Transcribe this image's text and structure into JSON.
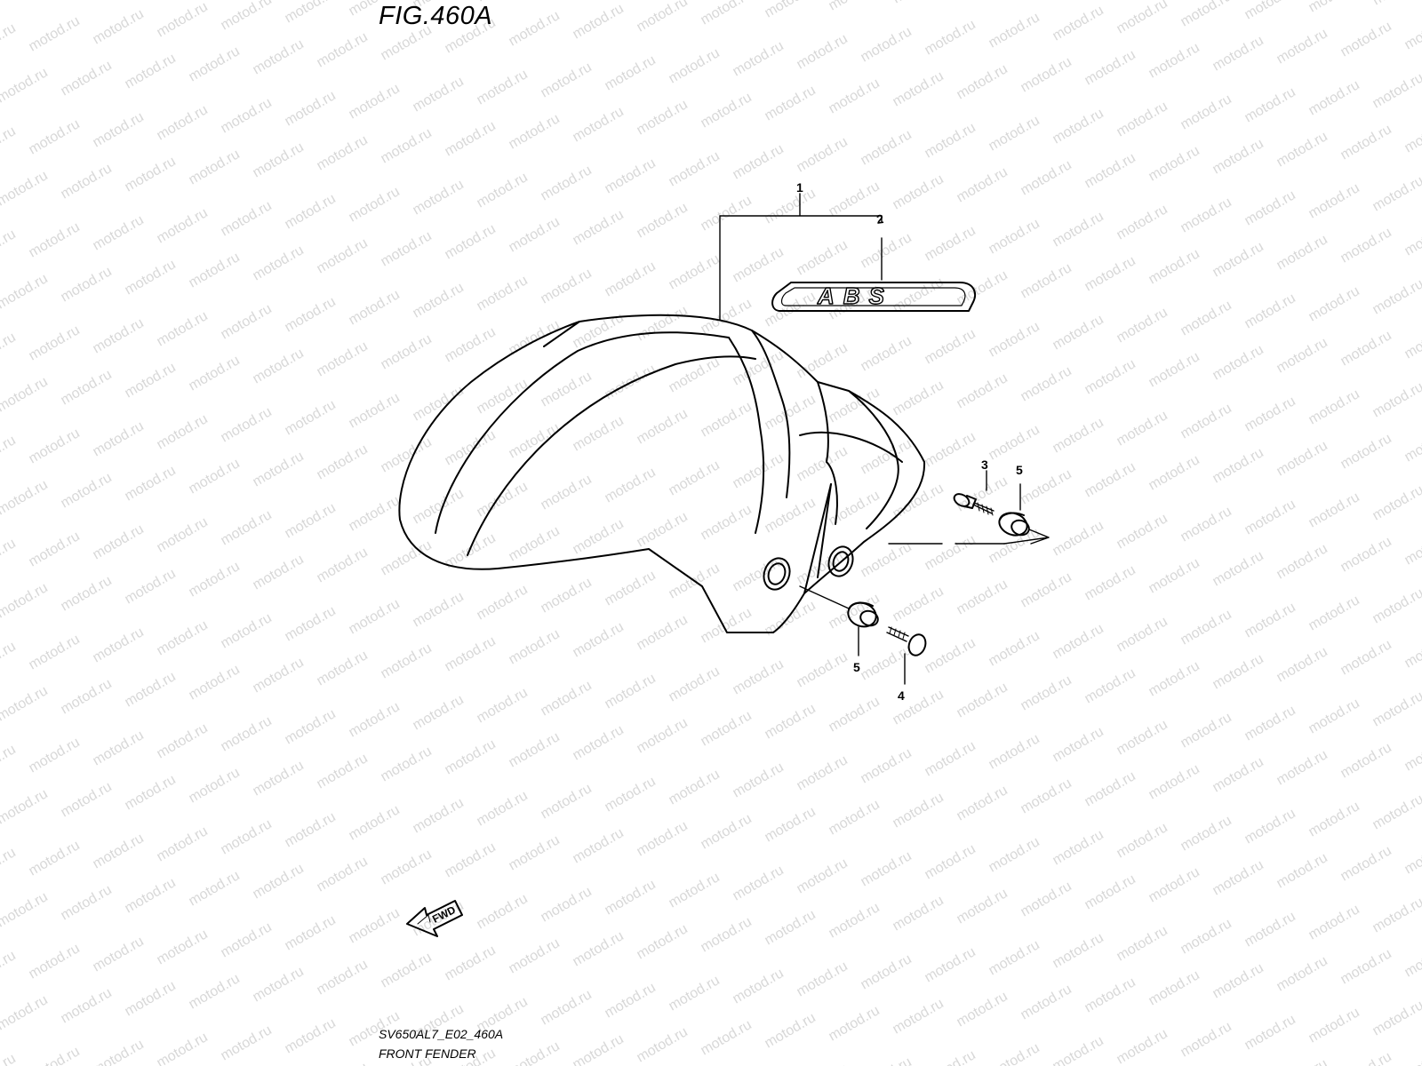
{
  "figure": {
    "title": "FIG.460A",
    "model_code": "SV650AL7_E02_460A",
    "part_group": "FRONT FENDER"
  },
  "watermark": {
    "text": "motod.ru",
    "color": "#d8d8d8"
  },
  "emblem": {
    "text": "ABS"
  },
  "fwd_arrow": {
    "label": "FWD"
  },
  "callouts": [
    {
      "id": "callout-1",
      "label": "1",
      "part": "front-fender-assembly"
    },
    {
      "id": "callout-2",
      "label": "2",
      "part": "abs-emblem"
    },
    {
      "id": "callout-3",
      "label": "3",
      "part": "flange-bolt"
    },
    {
      "id": "callout-4",
      "label": "4",
      "part": "bolt"
    },
    {
      "id": "callout-5a",
      "label": "5",
      "part": "cushion-right"
    },
    {
      "id": "callout-5b",
      "label": "5",
      "part": "cushion-left"
    }
  ]
}
